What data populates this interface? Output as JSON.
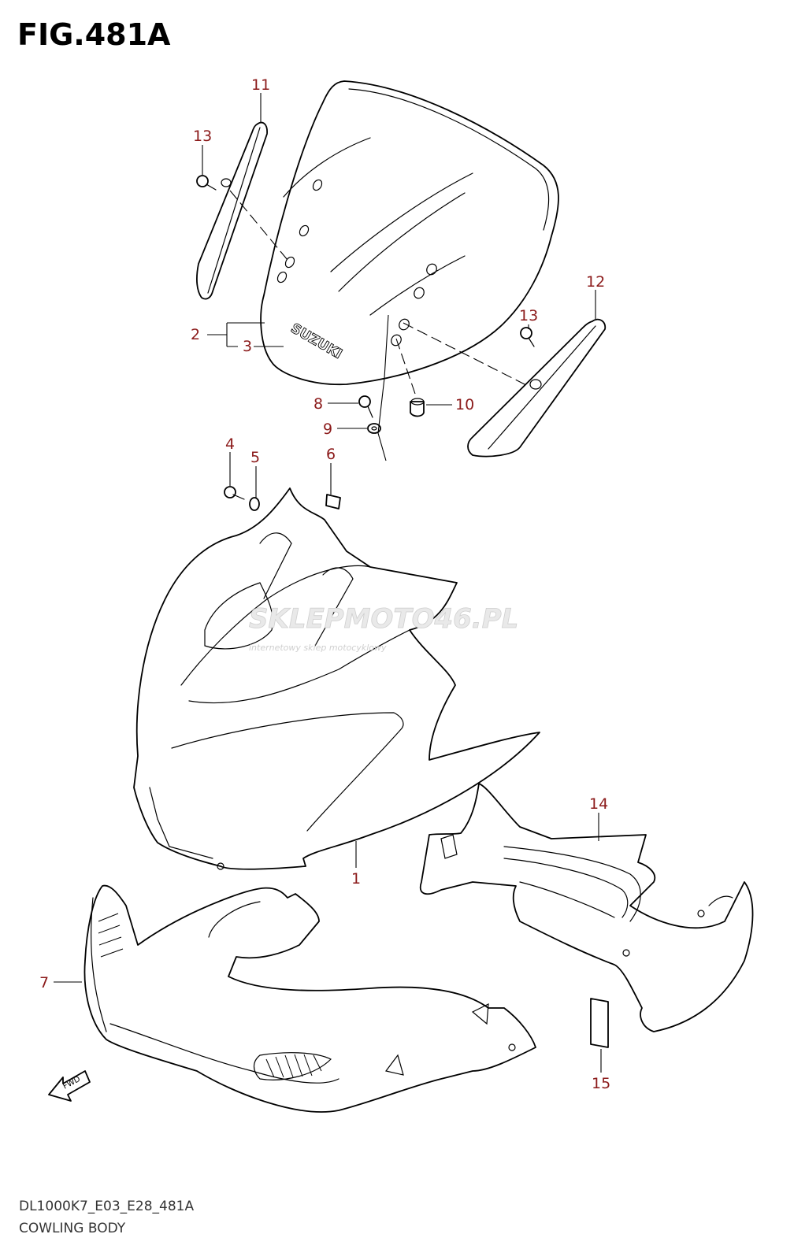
{
  "figure": {
    "title": "FIG.481A",
    "model_code": "DL1000K7_E03_E28_481A",
    "assembly_name": "COWLING BODY"
  },
  "callouts": [
    "1",
    "2",
    "3",
    "4",
    "5",
    "6",
    "7",
    "8",
    "9",
    "10",
    "11",
    "12",
    "13",
    "13",
    "14",
    "15"
  ],
  "windscreen_logo": "SUZUKI",
  "fwd_arrow_label": "FWD",
  "watermark": {
    "logo": "SKLEPMOTO46.PL",
    "tagline": "internetowy sklep motocyklowy"
  },
  "colors": {
    "callout_text": "#8b1a1a",
    "line_art": "#000000",
    "watermark": "#cfcfcf"
  }
}
